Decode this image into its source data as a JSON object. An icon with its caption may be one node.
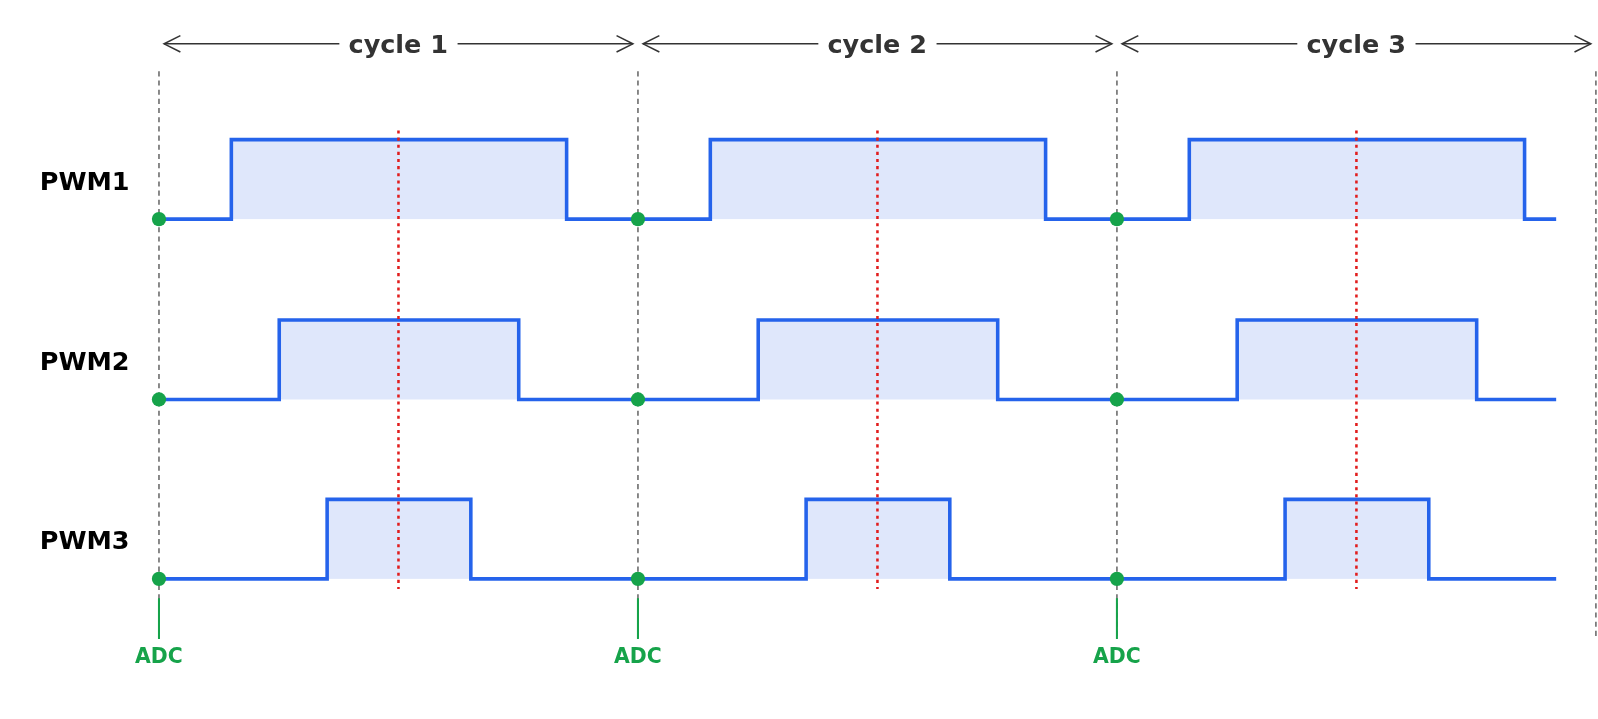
{
  "diagram": {
    "labels": [
      "cycle 1",
      "cycle 2",
      "cycle 3",
      "PWM1",
      "PWM2",
      "PWM3",
      "ADC",
      "ADC",
      "ADC"
    ]
  }
}
